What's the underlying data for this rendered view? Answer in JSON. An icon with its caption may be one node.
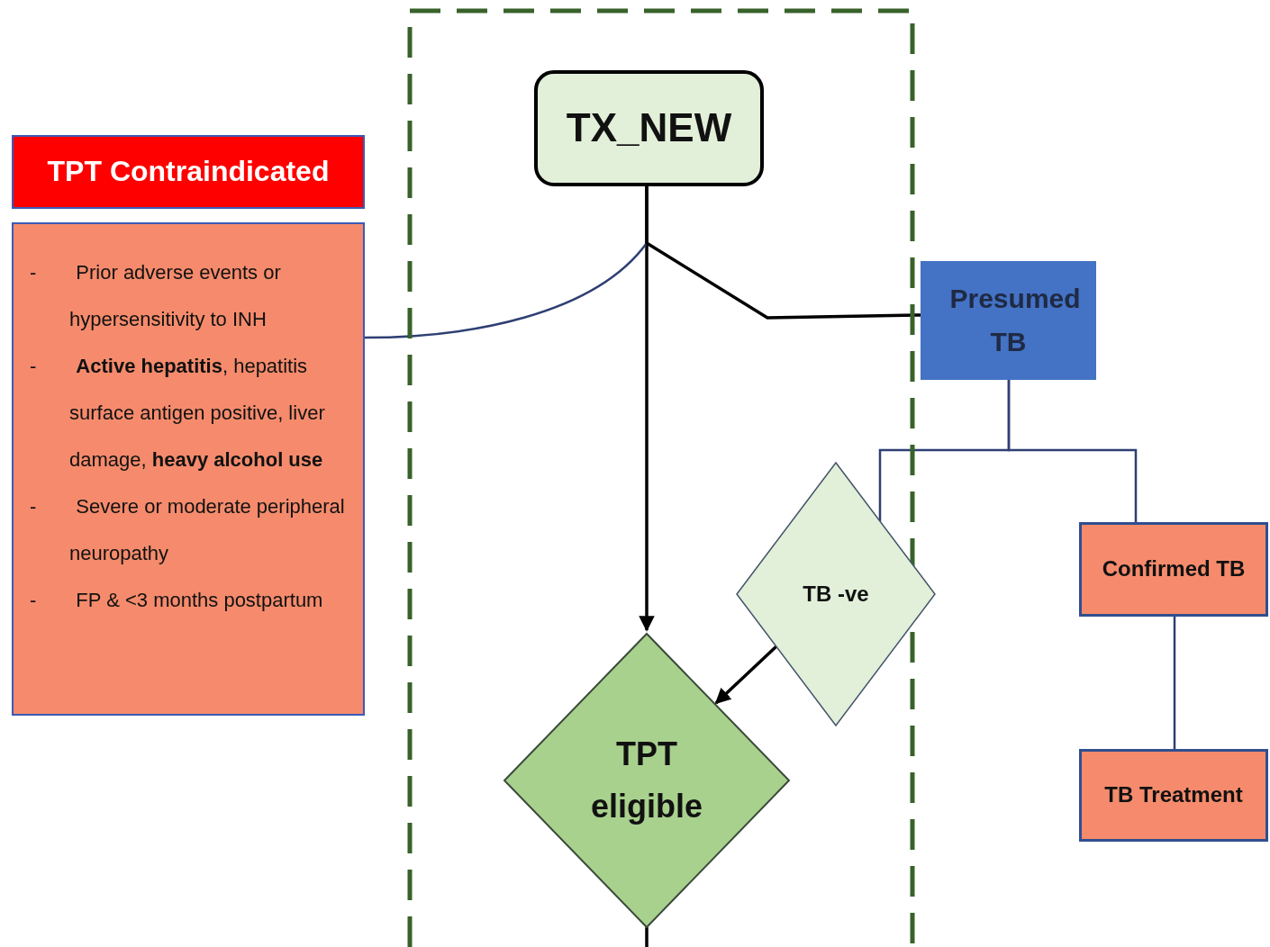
{
  "diagram": {
    "nodes": [
      {
        "text": [],
        "shape": "box"
      },
      {
        "text": [
          "TX_NEW"
        ],
        "in": 0
      },
      {
        "text": [
          "TPT Contraindicated"
        ]
      },
      {
        "text": [
          "- Prior adverse events or hypersensitivity to INH",
          "- **Active hepatitis**, hepatitis surface antigen positive, liver damage, **heavy alcohol use**",
          "- Severe or moderate peripheral neuropathy",
          "- FP & <3 months postpartum"
        ]
      },
      {
        "text": [
          "Presumed TB"
        ]
      },
      {
        "text": [
          "TB -ve"
        ]
      },
      {
        "text": [
          "TPT eligible"
        ],
        "in": 0
      },
      {
        "text": [
          "Confirmed TB"
        ]
      },
      {
        "text": [
          "TB Treatment"
        ]
      }
    ],
    "edges": [
      {
        "from": 1,
        "to": 6,
        "arrow": "to",
        "color": "#000000"
      },
      {
        "from": 1,
        "to": 3,
        "arrow": "none",
        "color": "#2e3f73"
      },
      {
        "from": 1,
        "to": 4,
        "arrow": "none",
        "color": "#000000"
      },
      {
        "from": 4,
        "to": 5,
        "arrow": "none",
        "color": "#2e3f73"
      },
      {
        "from": 4,
        "to": 7,
        "arrow": "none",
        "color": "#2e3f73"
      },
      {
        "from": 5,
        "to": 6,
        "arrow": "to",
        "color": "#000000"
      },
      {
        "from": 7,
        "to": 8,
        "arrow": "none",
        "color": "#2e3f73"
      },
      {
        "from": 6,
        "to": null,
        "arrow": "none",
        "color": "#000000"
      }
    ]
  }
}
